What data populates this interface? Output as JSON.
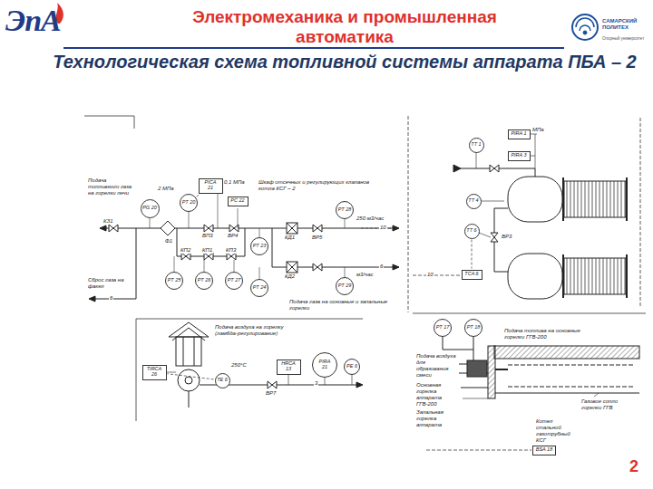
{
  "diagram": {
    "title": "Технологическая схема топливной системы аппарата ПБА – 2",
    "nodes": [
      {
        "text": [
          "PG 20"
        ]
      },
      {
        "text": [
          "PT 20"
        ]
      },
      {
        "text": [
          "PICA 21"
        ]
      },
      {
        "text": [
          "PC 22"
        ]
      },
      {
        "text": [
          "PT 23"
        ]
      },
      {
        "text": [
          "PT 24"
        ]
      },
      {
        "text": [
          "PT 25"
        ]
      },
      {
        "text": [
          "PT 26"
        ]
      },
      {
        "text": [
          "PT 27"
        ]
      },
      {
        "text": [
          "PT 28"
        ]
      },
      {
        "text": [
          "PT 29"
        ]
      },
      {
        "text": [
          "TT 1"
        ]
      },
      {
        "text": [
          "PIRA 1"
        ]
      },
      {
        "text": [
          "PIRA 3"
        ]
      },
      {
        "text": [
          "TT 4"
        ]
      },
      {
        "text": [
          "TT 6"
        ]
      },
      {
        "text": [
          "TCA 6"
        ]
      },
      {
        "text": [
          "TIRCA 26"
        ]
      },
      {
        "text": [
          "TE 6"
        ]
      },
      {
        "text": [
          "HRCA 13"
        ]
      },
      {
        "text": [
          "PIRA 21"
        ]
      },
      {
        "text": [
          "PE 6"
        ]
      },
      {
        "text": [
          "PT 17"
        ]
      },
      {
        "text": [
          "PT 18"
        ]
      },
      {
        "text": [
          "BSA 18"
        ]
      }
    ],
    "edges": [
      {
        "from": 1,
        "to": 2,
        "arrow": "none"
      },
      {
        "from": 18,
        "to": 17,
        "arrow": "none"
      },
      {
        "from": 15,
        "to": 16,
        "arrow": "none"
      }
    ],
    "labels": [
      "Электромеханика и промышленная автоматика",
      "САМАРСКИЙ ПОЛИТЕХ",
      "Опорный университет",
      "2",
      "Подача топливного газа на горелки печи",
      "Сброс газа на факел",
      "КЗ1",
      "Ф1",
      "КП2",
      "КП1",
      "КП3",
      "ВП3",
      "ВР4",
      "Шкаф отсечных и регулирующих клапанов котла КСГ – 2",
      "КД1",
      "КД2",
      "ВР5",
      "Подача газа на основные и запальные горелки",
      "Подача воздуха на горелку (ламбда-регулирование)",
      "ВР7",
      "ВР3",
      "Подача топлива на основные горелки ГГВ-200",
      "Подача воздуха для образования смеси",
      "Основная горелка аппарата ГГВ-200",
      "Запальная горелка аппарата",
      "Газовое сопло горелки ГГВ",
      "Котел стальной газотрубный КСГ",
      "ЭпА",
      "2 МПа",
      "0,1 МПа",
      "250 м3/час",
      "м3/час",
      "МПа",
      "250°С",
      "10",
      "6",
      "10",
      "6",
      "3"
    ]
  }
}
